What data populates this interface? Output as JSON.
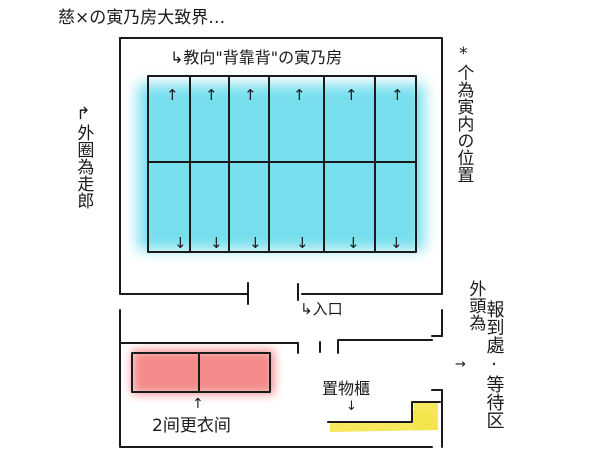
{
  "title": "慈×の寅乃房大致界…",
  "labels": {
    "top_note": "↳教向\"背靠背\"の寅乃房",
    "right_note": "*个為寅内の位置",
    "left_note": "↱外圈為走郎",
    "entrance": "↳入口",
    "outside": "外頭為",
    "waiting_area": "報到處·等待区",
    "storage": "置物櫃",
    "changing_room": "2间更衣间"
  },
  "arrow_glyphs": {
    "up": "↑",
    "down": "↓",
    "right": "→"
  },
  "colors": {
    "cyan": "#5fd9ea",
    "red": "#f26d6d",
    "yellow": "#f5e44a",
    "ink": "#1a1a1a"
  }
}
